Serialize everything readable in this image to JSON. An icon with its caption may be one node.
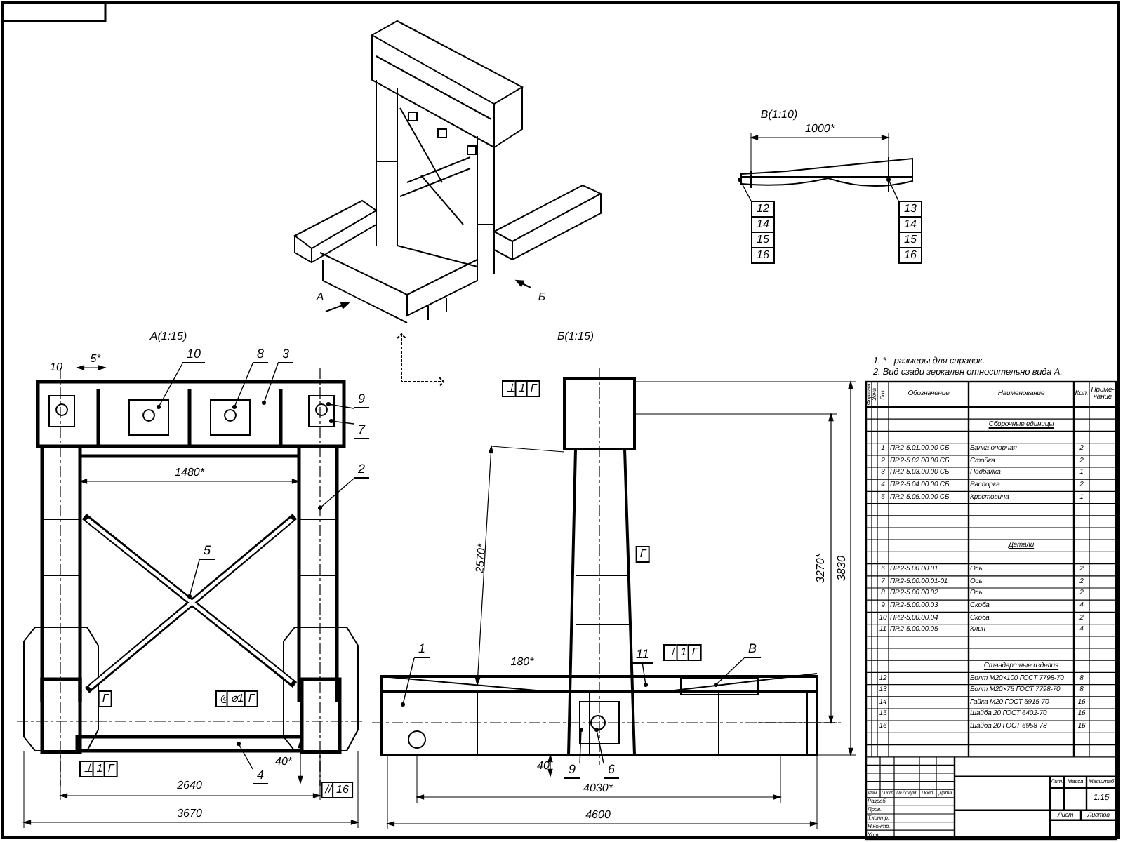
{
  "diagram": {
    "nodes": [
      {
        "text": [
          "10"
        ]
      },
      {
        "text": [
          "8"
        ]
      },
      {
        "text": [
          "3"
        ]
      },
      {
        "text": [
          "9"
        ]
      },
      {
        "text": [
          "7"
        ]
      },
      {
        "text": [
          "2"
        ]
      },
      {
        "text": [
          "5"
        ]
      },
      {
        "text": [
          "4"
        ]
      },
      {
        "text": [
          "1"
        ]
      },
      {
        "text": [
          "11"
        ]
      },
      {
        "text": [
          "В"
        ]
      },
      {
        "text": [
          "9"
        ]
      },
      {
        "text": [
          "6"
        ]
      },
      {
        "text": [
          "12",
          "14",
          "15",
          "16"
        ]
      },
      {
        "text": [
          "13",
          "14",
          "15",
          "16"
        ]
      },
      {
        "text": [],
        "shape": "picture"
      }
    ],
    "edges": [
      {
        "from": 0,
        "to": null,
        "arrow": "other"
      },
      {
        "from": 1,
        "to": null,
        "arrow": "other"
      },
      {
        "from": 2,
        "to": null,
        "arrow": "other"
      },
      {
        "from": 3,
        "to": null,
        "arrow": "other"
      },
      {
        "from": 4,
        "to": null,
        "arrow": "other"
      },
      {
        "from": 5,
        "to": null,
        "arrow": "other"
      },
      {
        "from": 6,
        "to": null,
        "arrow": "other"
      },
      {
        "from": 7,
        "to": null,
        "arrow": "other"
      },
      {
        "from": 8,
        "to": null,
        "arrow": "other"
      },
      {
        "from": 9,
        "to": null,
        "arrow": "other"
      },
      {
        "from": 10,
        "to": null,
        "arrow": "other"
      },
      {
        "from": 11,
        "to": null,
        "arrow": "other"
      },
      {
        "from": 12,
        "to": null,
        "arrow": "other"
      },
      {
        "from": 13,
        "to": 15,
        "arrow": "other"
      },
      {
        "from": 14,
        "to": 15,
        "arrow": "other"
      }
    ],
    "labels": [
      "А(1:15)",
      "Б(1:15)",
      "В(1:10)",
      "А",
      "Б",
      "5*",
      "10",
      "1480*",
      "2640",
      "3670",
      "40*",
      "2570*",
      "180*",
      "40",
      "4030*",
      "4600",
      "3270*",
      "3830",
      "1000*",
      "Г",
      "◎",
      "⌀1",
      "Г",
      "⊥",
      "1",
      "Г",
      "//",
      "16",
      "⊥",
      "1",
      "Г",
      "Г",
      "⊥",
      "1",
      "Г",
      "1. * - размеры для справок.",
      "2. Вид сзади зеркален относительно вида А.",
      "Формат",
      "Зона",
      "Поз.",
      "Обозначение",
      "Наименование",
      "Кол.",
      "Приме-чание",
      "Сборочные единицы",
      "1",
      "ПР.2-5.01.00.00 СБ",
      "Балка опорная",
      "2",
      "2",
      "ПР.2-5.02.00.00 СБ",
      "Стойка",
      "2",
      "3",
      "ПР.2-5.03.00.00 СБ",
      "Подбалка",
      "1",
      "4",
      "ПР.2-5.04.00.00 СБ",
      "Распорка",
      "2",
      "5",
      "ПР.2-5.05.00.00 СБ",
      "Крестовина",
      "1",
      "Детали",
      "6",
      "ПР.2-5.00.00.01",
      "Ось",
      "2",
      "7",
      "ПР.2-5.00.00.01-01",
      "Ось",
      "2",
      "8",
      "ПР.2-5.00.00.02",
      "Ось",
      "2",
      "9",
      "ПР.2-5.00.00.03",
      "Скоба",
      "4",
      "10",
      "ПР.2-5.00.00.04",
      "Скоба",
      "2",
      "11",
      "ПР.2-5.00.00.05",
      "Клин",
      "4",
      "Стандартные изделия",
      "12",
      "Болт М20×100 ГОСТ 7798-70",
      "8",
      "13",
      "Болт М20×75 ГОСТ 7798-70",
      "8",
      "14",
      "Гайка М20 ГОСТ 5915-70",
      "16",
      "15",
      "Шайба 20 ГОСТ 6402-70",
      "16",
      "16",
      "Шайба 20 ГОСТ 6958-78",
      "16",
      "Изм.",
      "Лист",
      "№ докум.",
      "Подп.",
      "Дата",
      "Разраб.",
      "Пров.",
      "Т.контр.",
      "Н.контр.",
      "Утв.",
      "Лит.",
      "Масса",
      "Масштаб",
      "1:15",
      "Лист",
      "Листов"
    ]
  }
}
